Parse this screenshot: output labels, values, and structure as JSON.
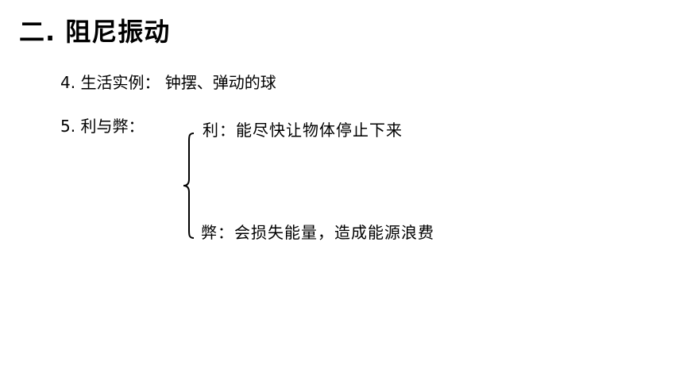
{
  "slide": {
    "title": "二. 阻尼振动",
    "item4": "4. 生活实例： 钟摆、弹动的球",
    "item5": "5. 利与弊：",
    "pro": "利：能尽快让物体停止下来",
    "con": "弊：会损失能量，造成能源浪费"
  }
}
